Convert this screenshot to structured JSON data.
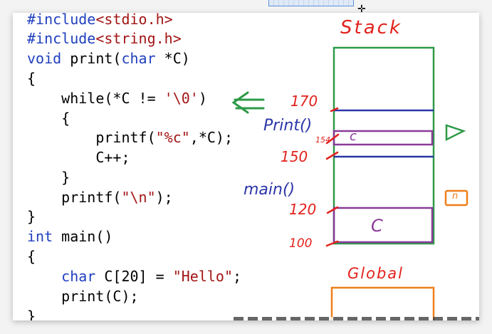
{
  "code": {
    "l1": {
      "a": "#include",
      "b": "<stdio.h>"
    },
    "l2": {
      "a": "#include",
      "b": "<string.h>"
    },
    "l3": {
      "kw": "void",
      "rest": " print(",
      "kw2": "char",
      "rest2": " *C)"
    },
    "l4": "{",
    "l5": {
      "pre": "    while(*C != ",
      "s": "'\\0'",
      "post": ")"
    },
    "l6": "    {",
    "l7": {
      "pre": "        printf(",
      "s": "\"%c\"",
      "post": ",*C);"
    },
    "l8": "        C++;",
    "l9": "    }",
    "l10": {
      "pre": "    printf(",
      "s": "\"\\n\"",
      "post": ");"
    },
    "l11": "}",
    "l12": {
      "kw": "int",
      "rest": " main()"
    },
    "l13": "{",
    "l14": {
      "pre": "    ",
      "kw": "char",
      "mid": " C[20] = ",
      "s": "\"Hello\"",
      "post": ";"
    },
    "l15": "    print(C);",
    "l16": "}"
  },
  "annotations": {
    "stack_title": "Stack",
    "global_title": "Global",
    "addr_170": "170",
    "addr_154": "154",
    "addr_150": "150",
    "addr_120": "120",
    "addr_100": "100",
    "print_frame": "Print()",
    "main_frame": "main()",
    "print_var": "c",
    "main_var": "C",
    "sidebar_badge": "n"
  },
  "colors": {
    "keyword": "#1f3fbf",
    "string": "#a31515",
    "stack_border": "#2e9a48",
    "addr_red": "#e2211c",
    "frame_blue": "#2b35a8",
    "var_purple": "#8a3a98",
    "global_orange": "#ef7f1a",
    "arrow_green": "#2e9a48"
  }
}
